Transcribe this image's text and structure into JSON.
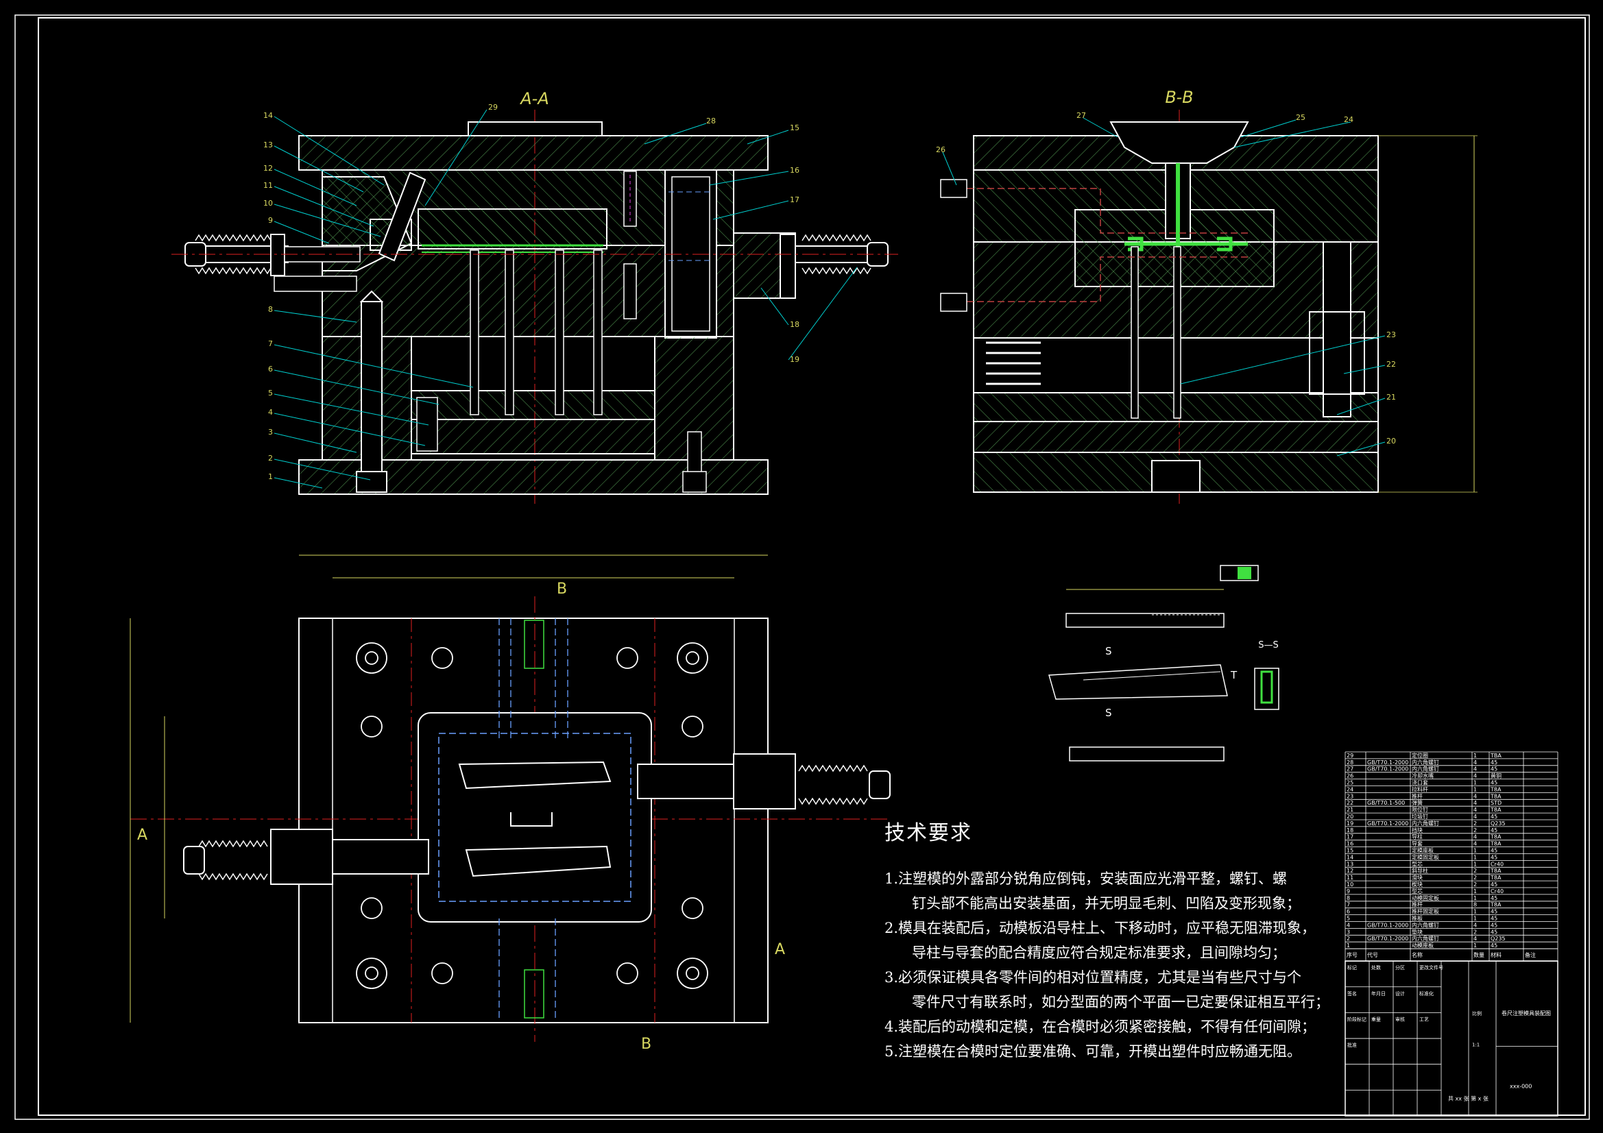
{
  "sections": {
    "aa": "A-A",
    "bb": "B-B",
    "ss": "S—S",
    "cut_a": "A",
    "cut_b": "B",
    "cut_s": "S",
    "cut_t": "T"
  },
  "balloons_aa_left": [
    "14",
    "13",
    "12",
    "11",
    "10",
    "9",
    "8",
    "7",
    "6",
    "5",
    "4",
    "3",
    "2",
    "1"
  ],
  "balloons_aa_top": [
    "29",
    "28",
    "15",
    "16",
    "17"
  ],
  "balloons_aa_right": [
    "18",
    "19"
  ],
  "balloons_bb": [
    "27",
    "26",
    "25",
    "24",
    "23",
    "22",
    "21",
    "20"
  ],
  "tech": {
    "title": "技术要求",
    "lines": [
      "1.注塑模的外露部分锐角应倒钝，安装面应光滑平整，螺钉、螺",
      "钉头部不能高出安装基面，并无明显毛刺、凹陷及变形现象；",
      "2.模具在装配后，动模板沿导柱上、下移动时，应平稳无阻滞现象，",
      "导柱与导套的配合精度应符合规定标准要求，且间隙均匀；",
      "3.必须保证模具各零件间的相对位置精度，尤其是当有些尺寸与个",
      "零件尺寸有联系时，如分型面的两个平面一已定要保证相互平行；",
      "4.装配后的动模和定模，在合模时必须紧密接触，不得有任何间隙；",
      "5.注塑模在合模时定位要准确、可靠，开模出塑件时应畅通无阻。"
    ]
  },
  "bom": {
    "rows": [
      [
        "29",
        "",
        "定位圈",
        "1",
        "TBA",
        ""
      ],
      [
        "28",
        "GB/T70.1-2000",
        "内六角螺钉",
        "4",
        "45",
        ""
      ],
      [
        "27",
        "GB/T70.1-2000",
        "内六角螺钉",
        "4",
        "45",
        ""
      ],
      [
        "26",
        "",
        "冷却水嘴",
        "4",
        "黄铜",
        ""
      ],
      [
        "25",
        "",
        "浇口套",
        "1",
        "45",
        ""
      ],
      [
        "24",
        "",
        "拉料杆",
        "1",
        "T8A",
        ""
      ],
      [
        "23",
        "",
        "推杆",
        "4",
        "T8A",
        ""
      ],
      [
        "22",
        "GB/T70.1-500",
        "弹簧",
        "4",
        "STD",
        ""
      ],
      [
        "21",
        "",
        "限位钉",
        "4",
        "T8A",
        ""
      ],
      [
        "20",
        "",
        "垃圾钉",
        "4",
        "45",
        ""
      ],
      [
        "19",
        "GB/T70.1-2000",
        "内六角螺钉",
        "2",
        "Q235",
        ""
      ],
      [
        "18",
        "",
        "挡块",
        "2",
        "45",
        ""
      ],
      [
        "17",
        "",
        "导柱",
        "4",
        "T8A",
        ""
      ],
      [
        "16",
        "",
        "导套",
        "4",
        "T8A",
        ""
      ],
      [
        "15",
        "",
        "定模座板",
        "1",
        "45",
        ""
      ],
      [
        "14",
        "",
        "定模固定板",
        "1",
        "45",
        ""
      ],
      [
        "13",
        "",
        "型芯",
        "1",
        "Cr40",
        ""
      ],
      [
        "12",
        "",
        "斜导柱",
        "2",
        "T8A",
        ""
      ],
      [
        "11",
        "",
        "滑块",
        "2",
        "T8A",
        ""
      ],
      [
        "10",
        "",
        "楔块",
        "2",
        "45",
        ""
      ],
      [
        "9",
        "",
        "型芯",
        "1",
        "Cr40",
        ""
      ],
      [
        "8",
        "",
        "动模固定板",
        "1",
        "45",
        ""
      ],
      [
        "7",
        "",
        "推杆",
        "8",
        "T8A",
        ""
      ],
      [
        "6",
        "",
        "推杆固定板",
        "1",
        "45",
        ""
      ],
      [
        "5",
        "",
        "推板",
        "1",
        "45",
        ""
      ],
      [
        "4",
        "GB/T70.1-2000",
        "内六角螺钉",
        "4",
        "45",
        ""
      ],
      [
        "3",
        "",
        "垫块",
        "2",
        "45",
        ""
      ],
      [
        "2",
        "GB/T70.1-2000",
        "内六角螺钉",
        "4",
        "Q235",
        ""
      ],
      [
        "1",
        "",
        "动模座板",
        "1",
        "45",
        ""
      ]
    ],
    "header": [
      "序号",
      "代号",
      "名称",
      "数量",
      "材料",
      "备注"
    ]
  },
  "title_block": {
    "drawing_title": "卷尺注塑模具装配图",
    "drawing_no": "xxx-000",
    "sheets": "共 xx 张  第 x 张",
    "scale_label": "比例",
    "scale": "1:1",
    "labels": [
      "标记",
      "处数",
      "分区",
      "更改文件号",
      "签名",
      "年月日",
      "设计",
      "标准化",
      "阶段标记",
      "重量",
      "审核",
      "工艺",
      "批准"
    ]
  },
  "colors": {
    "line": "#ffffff",
    "hatch": "#4a8a4a",
    "leader": "#00d0d0",
    "dim": "#d8d860",
    "centerline": "#e02020",
    "part": "#40e040",
    "hidden": "#6aa0ff",
    "screw": "#e040e0"
  }
}
